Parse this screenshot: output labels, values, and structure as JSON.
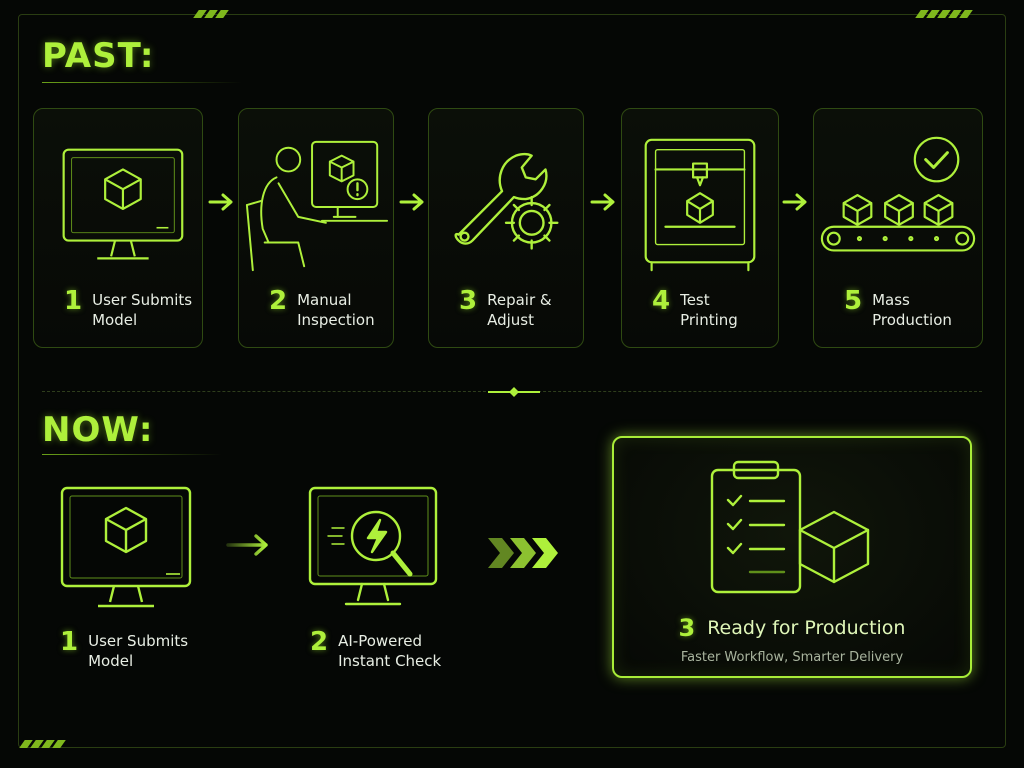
{
  "colors": {
    "accent": "#aef03b",
    "accent_dim": "#2f4a12",
    "background": "#050705"
  },
  "past": {
    "heading": "PAST:",
    "steps": [
      {
        "number": "1",
        "label": "User Submits\nModel",
        "icon": "monitor-cube-icon"
      },
      {
        "number": "2",
        "label": "Manual\nInspection",
        "icon": "person-at-computer-icon"
      },
      {
        "number": "3",
        "label": "Repair &\nAdjust",
        "icon": "wrench-gear-icon"
      },
      {
        "number": "4",
        "label": "Test\nPrinting",
        "icon": "3d-printer-icon"
      },
      {
        "number": "5",
        "label": "Mass\nProduction",
        "icon": "conveyor-belt-icon"
      }
    ]
  },
  "now": {
    "heading": "NOW:",
    "steps": [
      {
        "number": "1",
        "label": "User Submits\nModel",
        "icon": "monitor-cube-icon"
      },
      {
        "number": "2",
        "label": "AI-Powered\nInstant Check",
        "icon": "ai-search-monitor-icon"
      }
    ],
    "result": {
      "number": "3",
      "title": "Ready for Production",
      "subtitle": "Faster Workflow, Smarter Delivery",
      "icon": "clipboard-checklist-cube-icon"
    }
  }
}
